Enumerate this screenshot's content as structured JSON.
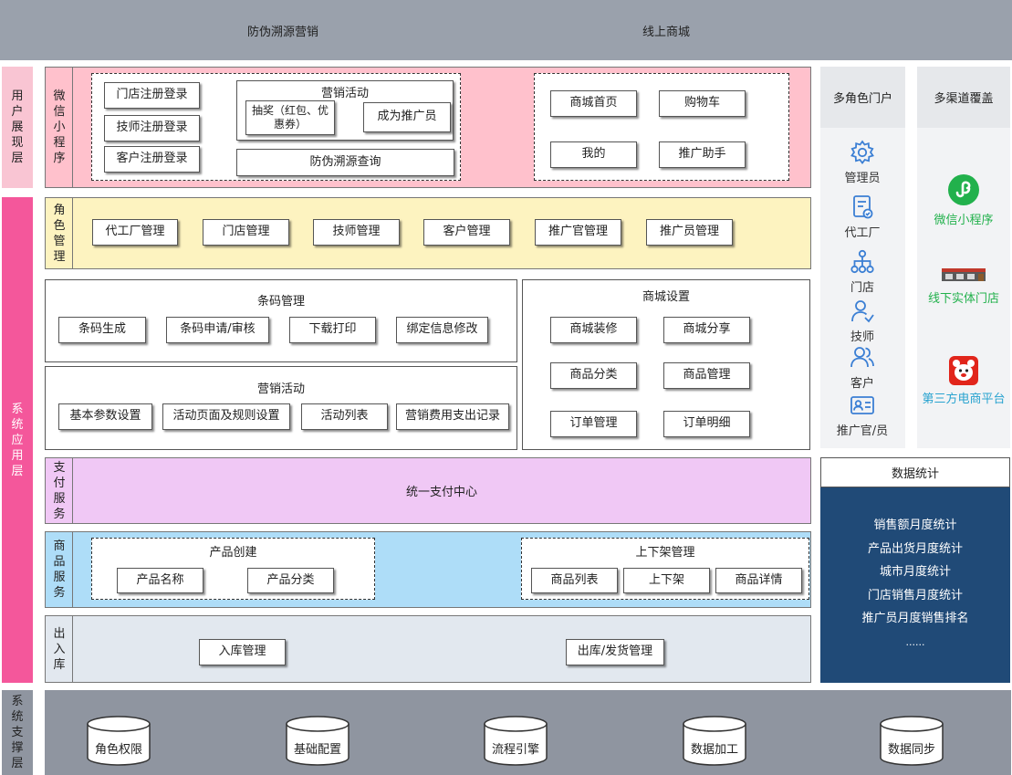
{
  "top_bar": {
    "left_label": "防伪溯源营销",
    "right_label": "线上商城"
  },
  "layers": {
    "user": "用户展现层",
    "app": "系统应用层",
    "support": "系统支撑层"
  },
  "wechat": {
    "label": "微信小程序",
    "register": [
      "门店注册登录",
      "技师注册登录",
      "客户注册登录"
    ],
    "marketing_title": "营销活动",
    "lottery": "抽奖（红包、优惠券）",
    "become_promoter": "成为推广员",
    "trace_query": "防伪溯源查询",
    "mall": [
      "商城首页",
      "购物车",
      "我的",
      "推广助手"
    ]
  },
  "role_mgmt": {
    "label": "角色管理",
    "items": [
      "代工厂管理",
      "门店管理",
      "技师管理",
      "客户管理",
      "推广官管理",
      "推广员管理"
    ]
  },
  "barcode": {
    "title": "条码管理",
    "items": [
      "条码生成",
      "条码申请/审核",
      "下载打印",
      "绑定信息修改"
    ]
  },
  "marketing": {
    "title": "营销活动",
    "items": [
      "基本参数设置",
      "活动页面及规则设置",
      "活动列表",
      "营销费用支出记录"
    ]
  },
  "mall_settings": {
    "title": "商城设置",
    "items": [
      "商城装修",
      "商城分享",
      "商品分类",
      "商品管理",
      "订单管理",
      "订单明细"
    ]
  },
  "payment": {
    "label": "支付服务",
    "center": "统一支付中心"
  },
  "goods": {
    "label": "商品服务",
    "create_title": "产品创建",
    "create_items": [
      "产品名称",
      "产品分类"
    ],
    "shelf_title": "上下架管理",
    "shelf_items": [
      "商品列表",
      "上下架",
      "商品详情"
    ]
  },
  "inout": {
    "label": "出入库",
    "in": "入库管理",
    "out": "出库/发货管理"
  },
  "support_items": [
    "角色权限",
    "基础配置",
    "流程引擎",
    "数据加工",
    "数据同步"
  ],
  "portal": {
    "title": "多角色门户",
    "roles": [
      {
        "label": "管理员",
        "icon": "gear-icon"
      },
      {
        "label": "代工厂",
        "icon": "document-icon"
      },
      {
        "label": "门店",
        "icon": "org-tree-icon"
      },
      {
        "label": "技师",
        "icon": "technician-icon"
      },
      {
        "label": "客户",
        "icon": "users-icon"
      },
      {
        "label": "推广官/员",
        "icon": "id-card-icon"
      }
    ]
  },
  "channels": {
    "title": "多渠道覆盖",
    "items": [
      {
        "label": "微信小程序",
        "icon": "miniprogram-icon",
        "color": "#22b14c"
      },
      {
        "label": "线下实体门店",
        "icon": "storefront-icon",
        "color": "#22b14c"
      },
      {
        "label": "第三方电商平台",
        "icon": "jd-mascot-icon",
        "color": "#29a3d0"
      }
    ]
  },
  "stats": {
    "title": "数据统计",
    "items": [
      "销售额月度统计",
      "产品出货月度统计",
      "城市月度统计",
      "门店销售月度统计",
      "推广员月度销售排名",
      "......"
    ]
  },
  "colors": {
    "top_bar": "#9aa1ac",
    "user_layer": "#f9c5d3",
    "app_layer": "#f4579b",
    "support_layer": "#8f95a0",
    "wechat": "#ffc1cc",
    "role": "#fdf3c0",
    "payment": "#f0c8f5",
    "goods": "#aeddf8",
    "inout": "#e2e8ef",
    "stats": "#204a77",
    "icon_blue": "#3b7fd4"
  }
}
